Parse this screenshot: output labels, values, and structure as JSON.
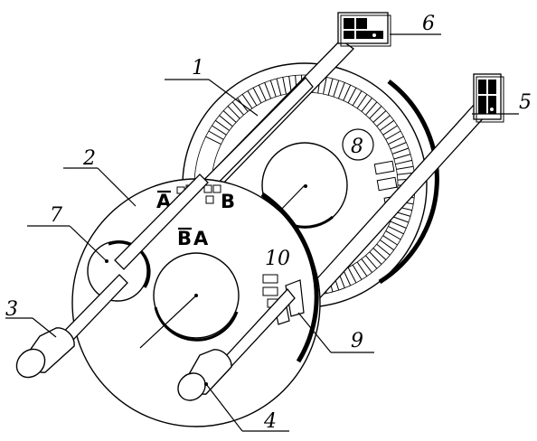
{
  "labels": {
    "n1": "1",
    "n2": "2",
    "n3": "3",
    "n4": "4",
    "n5": "5",
    "n6": "6",
    "n7": "7",
    "n8": "8",
    "n9": "9",
    "n10": "10"
  },
  "codes": {
    "a_letter": "A",
    "b_letter": "B",
    "ba_b": "B",
    "ba_a": "A"
  },
  "colors": {
    "ink": "#000000",
    "paper": "#ffffff"
  },
  "icons": {
    "sensor": "photo-sensor-block",
    "cylinder": "shaft-end-cylinder"
  }
}
